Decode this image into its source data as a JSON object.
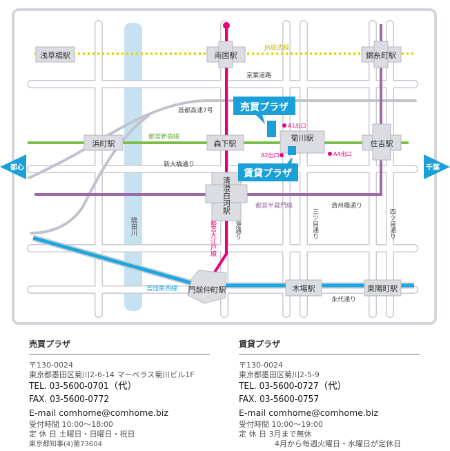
{
  "map": {
    "lines": {
      "jr": "JR総武線",
      "shinjuku": "都営新宿線",
      "hanzomon": "都営半蔵門線",
      "oedo": "都営大江戸線",
      "tozai": "営団東西線",
      "expressway": "首都高速7号"
    },
    "roads": {
      "keiyo": "京葉道路",
      "shinohashi": "新大橋通り",
      "kiyosumi": "清澄通り",
      "mitsume": "三ツ目通り",
      "kiyosubashi": "清州橋通り",
      "yotsume": "四ツ目通り",
      "eitai": "永代通り"
    },
    "river": "隅田川",
    "stations": {
      "asakusabashi": "浅草橋駅",
      "ryogoku": "両国駅",
      "kinshicho": "錦糸町駅",
      "hamacho": "浜町駅",
      "morishita": "森下駅",
      "kikukawa": "菊川駅",
      "sumiyoshi": "住吉駅",
      "kiyosumishirakawa": "清澄白河駅",
      "monzennakacho": "門前仲町駅",
      "kiba": "木場駅",
      "toyocho": "東陽町駅"
    },
    "exits": {
      "a1": "A1出口",
      "a2": "A2出口",
      "a4": "A4出口"
    },
    "directions": {
      "left": "都心",
      "right": "千葉"
    },
    "callouts": {
      "sales": "売買プラザ",
      "rental": "賃貸プラザ"
    },
    "colors": {
      "jr": "#e8d800",
      "shinjuku": "#7bbf4a",
      "hanzomon": "#9b6aa8",
      "oedo": "#e4007f",
      "tozai": "#1ba8e0",
      "accent": "#1a9fd8"
    }
  },
  "offices": [
    {
      "title": "売買プラザ",
      "zip": "〒130-0024",
      "address": "東京都墨田区菊川2-6-14 マーベラス菊川ビル1F",
      "tel": "TEL. 03-5600-0701（代）",
      "fax": "FAX. 03-5600-0772",
      "email": "E-mail comhome@comhome.biz",
      "hours": "受付時間 10:00～18:00",
      "holiday": "定 休 日  土曜日・日曜日・祝日",
      "license": "東京都知事(4)第73604"
    },
    {
      "title": "賃貸プラザ",
      "zip": "〒130-0024",
      "address": "東京都墨田区菊川2-5-9",
      "tel": "TEL. 03-5600-0727（代）",
      "fax": "FAX. 03-5600-0757",
      "email": "E-mail comhome@comhome.biz",
      "hours": "受付時間 10:00～19:00",
      "holiday": "定 休 日  3月まで無休",
      "holiday2": "4月から毎週火曜日・水曜日が定休日"
    }
  ]
}
